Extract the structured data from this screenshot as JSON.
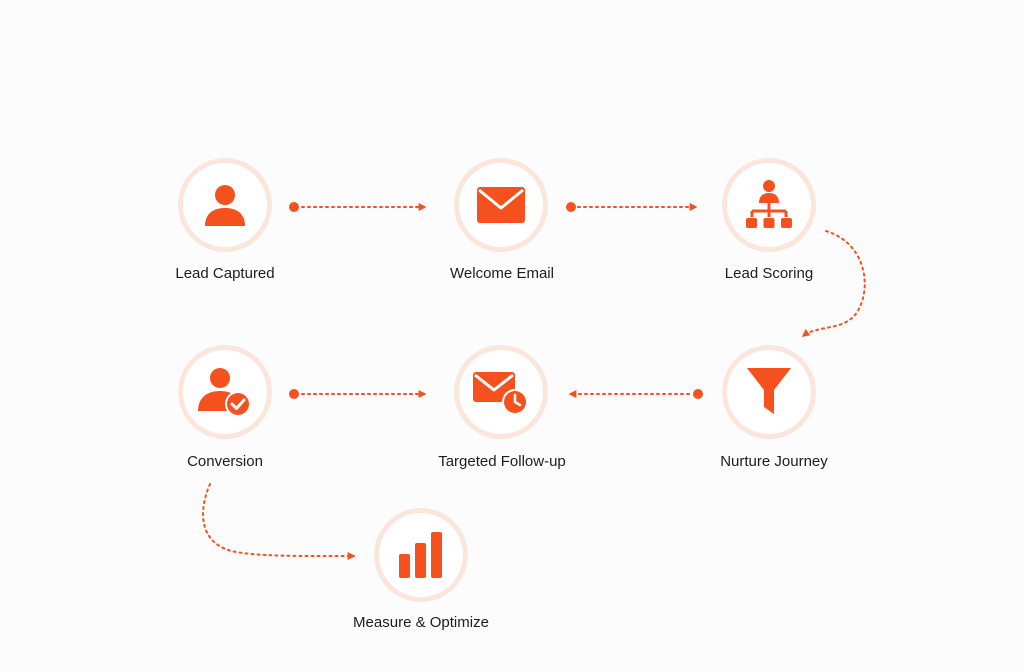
{
  "colors": {
    "accent": "#f4511e",
    "ring": "#fbe6dc",
    "background": "#fcfcfc",
    "text": "#1d1d1d"
  },
  "nodes": [
    {
      "id": "lead-captured",
      "label": "Lead Captured",
      "icon": "user-icon"
    },
    {
      "id": "welcome-email",
      "label": "Welcome Email",
      "icon": "envelope-icon"
    },
    {
      "id": "lead-scoring",
      "label": "Lead Scoring",
      "icon": "hierarchy-icon"
    },
    {
      "id": "nurture-journey",
      "label": "Nurture Journey",
      "icon": "funnel-icon"
    },
    {
      "id": "targeted-follow-up",
      "label": "Targeted Follow-up",
      "icon": "envelope-clock-icon"
    },
    {
      "id": "conversion",
      "label": "Conversion",
      "icon": "user-check-icon"
    },
    {
      "id": "measure-optimize",
      "label": "Measure & Optimize",
      "icon": "bar-chart-icon"
    }
  ],
  "edges": [
    {
      "from": "lead-captured",
      "to": "welcome-email"
    },
    {
      "from": "welcome-email",
      "to": "lead-scoring"
    },
    {
      "from": "lead-scoring",
      "to": "nurture-journey"
    },
    {
      "from": "nurture-journey",
      "to": "targeted-follow-up"
    },
    {
      "from": "conversion",
      "to": "targeted-follow-up"
    },
    {
      "from": "conversion",
      "to": "measure-optimize"
    }
  ]
}
